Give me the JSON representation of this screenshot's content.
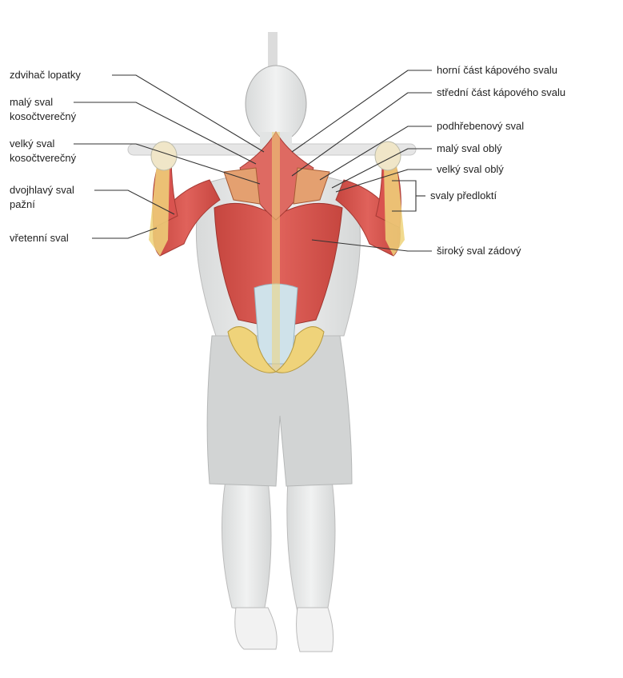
{
  "labels_left": {
    "levator_scapulae": "zdvihač lopatky",
    "rhomboid_minor_1": "malý sval",
    "rhomboid_minor_2": "kosočtverečný",
    "rhomboid_major_1": "velký sval",
    "rhomboid_major_2": "kosočtverečný",
    "biceps_1": "dvojhlavý sval",
    "biceps_2": "pažní",
    "brachioradialis": "vřetenní sval"
  },
  "labels_right": {
    "trapezius_upper": "horní část kápového svalu",
    "trapezius_middle": "střední část kápového svalu",
    "infraspinatus": "podhřebenový sval",
    "teres_minor": "malý sval oblý",
    "teres_major": "velký sval oblý",
    "forearm_muscles": "svaly předloktí",
    "latissimus_dorsi": "široký sval zádový"
  },
  "colors": {
    "muscle_red": "#d9534f",
    "muscle_dark": "#b83a34",
    "bone_yellow": "#efd37a",
    "skin_grey": "#e4e6e6",
    "shorts_grey": "#c9cbcb",
    "spine_blue": "#cfe2ea"
  }
}
